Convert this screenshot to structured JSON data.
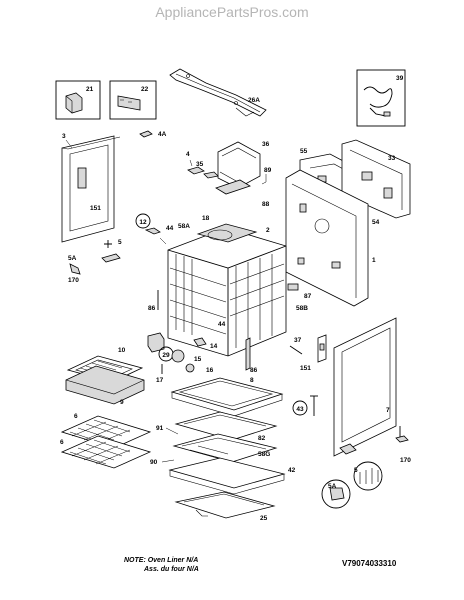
{
  "site": "AppliancePartsPros.com",
  "note_line1": "NOTE: Oven Liner N/A",
  "note_line2": "Ass. du four N/A",
  "diagram_code": "V79074033310",
  "labels": {
    "p21": "21",
    "p22": "22",
    "p26A": "26A",
    "p39": "39",
    "p3": "3",
    "p4A": "4A",
    "p4": "4",
    "p35": "35",
    "p36": "36",
    "p89": "89",
    "p55": "55",
    "p33": "33",
    "p151a": "151",
    "p12": "12",
    "p5a": "5",
    "p58A": "58A",
    "p18": "18",
    "p2": "2",
    "p88": "88",
    "p54": "54",
    "p44a": "44",
    "p5A_left": "5A",
    "p170a": "170",
    "p1": "1",
    "p87": "87",
    "p58B": "58B",
    "p86a": "86",
    "p44b": "44",
    "p29": "29",
    "p14": "14",
    "p15": "15",
    "p16": "16",
    "p17": "17",
    "p86b": "86",
    "p37": "37",
    "p151b": "151",
    "p10": "10",
    "p9": "9",
    "p8": "8",
    "p43": "43",
    "p6a": "6",
    "p6b": "6",
    "p91": "91",
    "p82": "82",
    "p90": "90",
    "p58G": "58G",
    "p42": "42",
    "p7": "7",
    "p5A_right": "5A",
    "p5b": "5",
    "p170b": "170",
    "p25": "25"
  }
}
